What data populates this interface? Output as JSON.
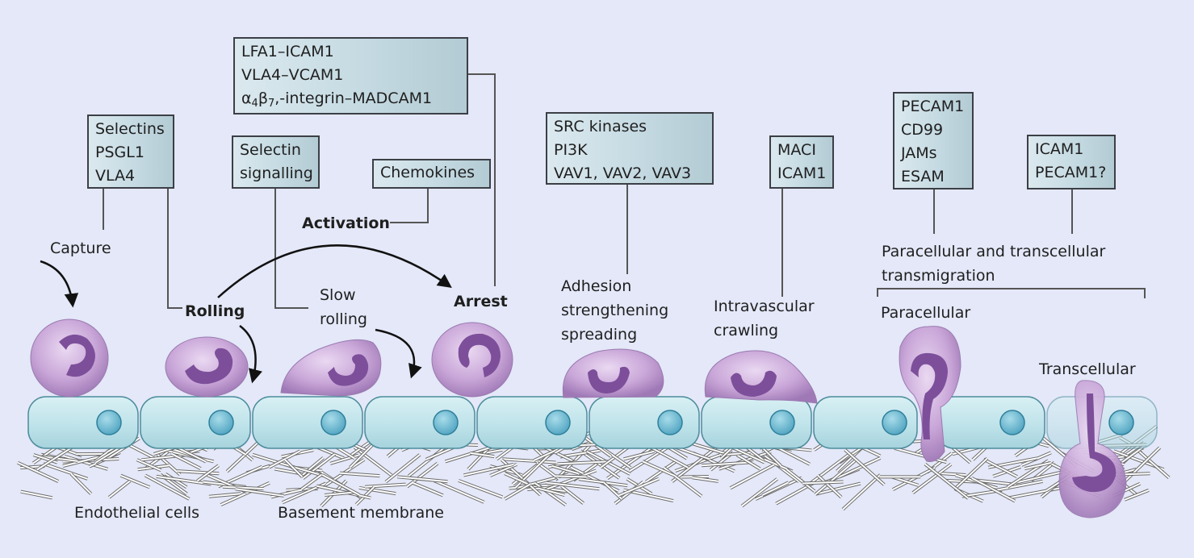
{
  "boxes": {
    "selectins": [
      "Selectins",
      "PSGL1",
      "VLA4"
    ],
    "selectin_signalling": [
      "Selectin",
      "signalling"
    ],
    "chemokines": "Chemokines",
    "integrins": {
      "line1": "LFA1–ICAM1",
      "line2": "VLA4–VCAM1",
      "line3_alpha": "α",
      "line3_alpha_sub": "4",
      "line3_beta": "β",
      "line3_beta_sub": "7",
      "line3_rest": ",-integrin–MADCAM1"
    },
    "kinases": [
      "SRC kinases",
      "PI3K",
      "VAV1, VAV2, VAV3"
    ],
    "maci": [
      "MACI",
      "ICAM1"
    ],
    "pecam": [
      "PECAM1",
      "CD99",
      "JAMs",
      "ESAM"
    ],
    "icam": [
      "ICAM1",
      "PECAM1?"
    ]
  },
  "labels": {
    "capture": "Capture",
    "rolling": "Rolling",
    "activation": "Activation",
    "slow_rolling": [
      "Slow",
      "rolling"
    ],
    "arrest": "Arrest",
    "adhesion": [
      "Adhesion",
      "strengthening",
      "spreading"
    ],
    "crawling": [
      "Intravascular",
      "crawling"
    ],
    "transmigration": [
      "Paracellular and transcellular",
      "transmigration"
    ],
    "paracellular": "Paracellular",
    "transcellular": "Transcellular",
    "endothelial": "Endothelial cells",
    "basement": "Basement membrane"
  },
  "colors": {
    "background": "#e4e8f8",
    "endothelium": "#bfe3ea",
    "nucleus": "#6fb9d1",
    "cell": "#c49fd3",
    "cell_nucleus": "#7d4f9a",
    "line": "#5a5a5a"
  }
}
